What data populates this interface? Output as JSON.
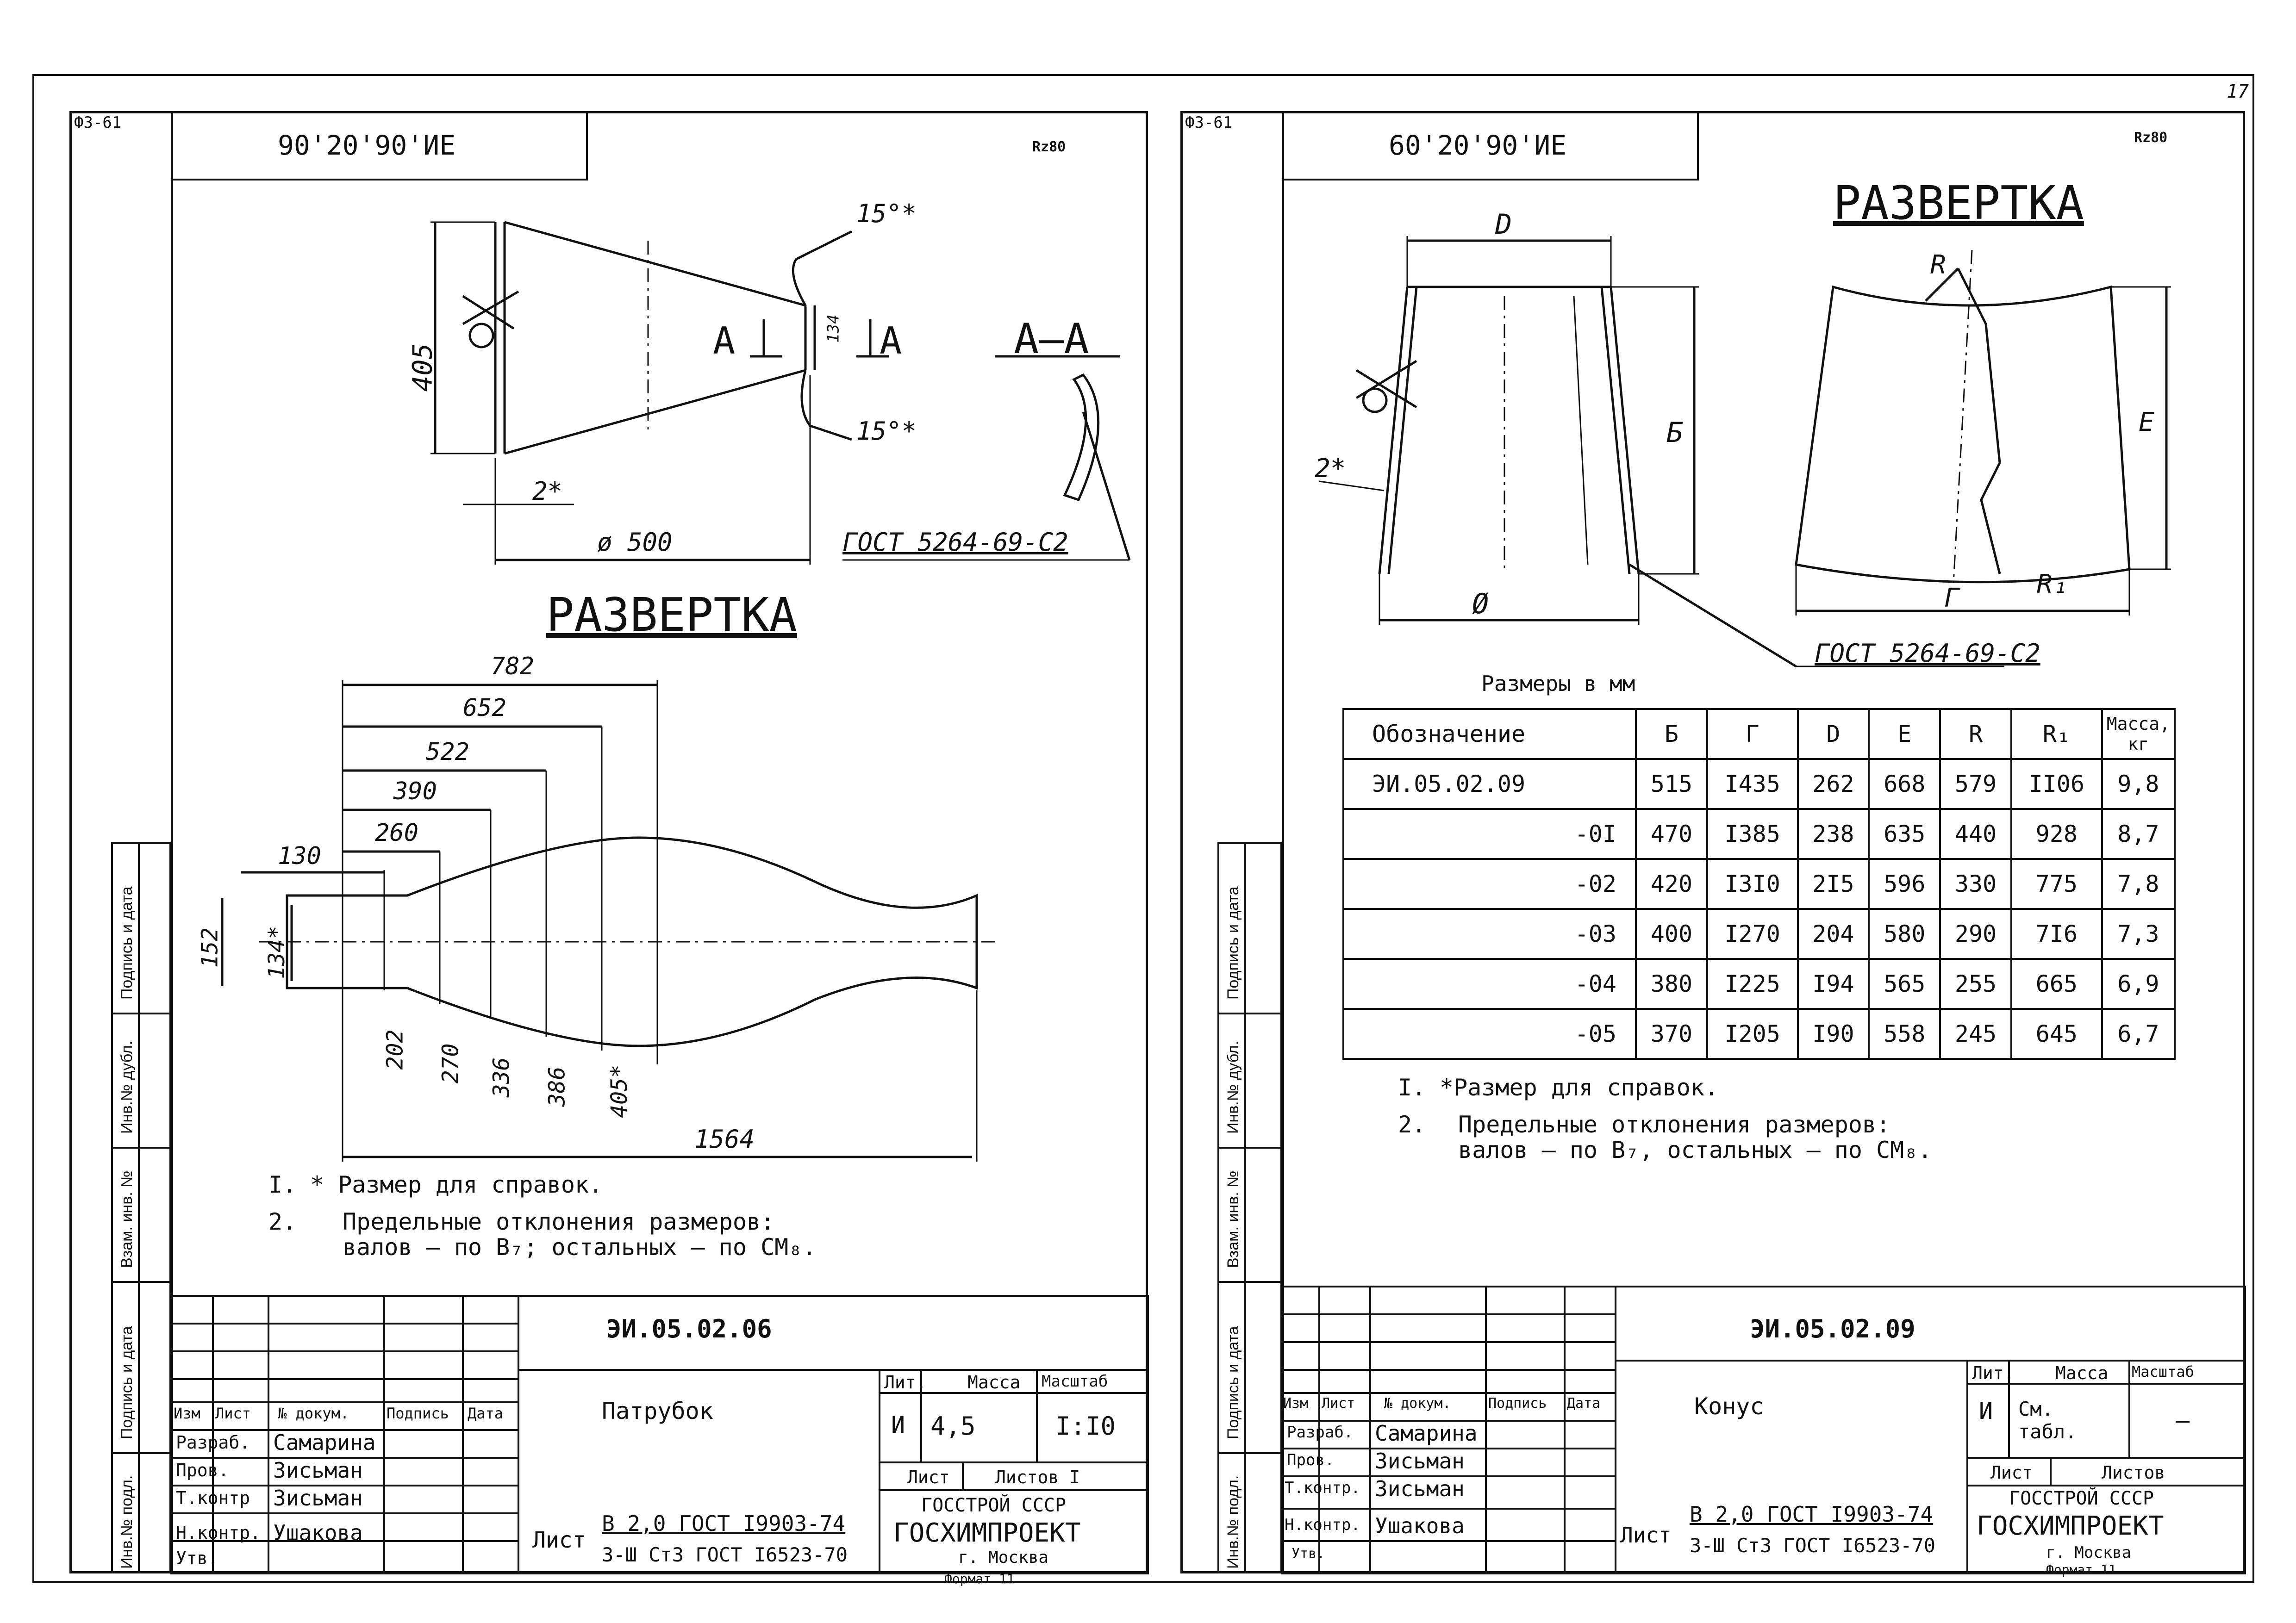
{
  "sheet_number": "17",
  "left_sheet": {
    "format_code": "Ф3-61",
    "top_code": "90'20'90'ИЕ",
    "roughness": "Rz80",
    "angle_top": "15°*",
    "angle_bottom": "15°*",
    "dim_405": "405",
    "dim_134": "134",
    "dim_2": "2*",
    "dim_phi500": "ø 500",
    "section_mark": "А",
    "section_title": "А–А",
    "weld_standard": "ГОСТ 5264-69-С2",
    "development_title": "РАЗВЕРТКА",
    "dev_horizontal": [
      "782",
      "652",
      "522",
      "390",
      "260",
      "130"
    ],
    "dev_left": [
      "152",
      "134*"
    ],
    "dev_vertical": [
      "202",
      "270",
      "336",
      "386",
      "405*"
    ],
    "dev_total": "1564",
    "notes": [
      {
        "num": "I.",
        "text": "* Размер для справок."
      },
      {
        "num": "2.",
        "text": "Предельные отклонения размеров:"
      },
      {
        "num": "",
        "text": "валов  – по В₇;  остальных – по СМ₈."
      }
    ],
    "title_block": {
      "doc_code": "ЭИ.05.02.06",
      "name": "Патрубок",
      "headers": [
        "Изм",
        "Лист",
        "№ докум.",
        "Подпись",
        "Дата"
      ],
      "rows": [
        {
          "role": "Разраб.",
          "person": "Самарина"
        },
        {
          "role": "Пров.",
          "person": "Зисьман"
        },
        {
          "role": "Т.контр",
          "person": "Зисьман"
        },
        {
          "role": "Н.контр.",
          "person": "Ушакова"
        },
        {
          "role": "Утв.",
          "person": ""
        }
      ],
      "lit_label": "Лит.",
      "mass_label": "Масса",
      "scale_label": "Масштаб",
      "lit": "И",
      "mass": "4,5",
      "scale": "I:I0",
      "sheet_label": "Лист",
      "sheets_label": "Листов I",
      "material_line1": "В 2,0 ГОСТ I9903-74",
      "material_line2": "3-Ш Ст3 ГОСТ I6523-70",
      "org_line1": "ГОССТРОЙ СССР",
      "org_line2": "ГОСХИМПРОЕКТ",
      "org_line3": "г. Москва",
      "format": "Формат 11"
    }
  },
  "right_sheet": {
    "format_code": "Ф3-61",
    "top_code": "60'20'90'ИЕ",
    "roughness": "Rz80",
    "development_title": "РАЗВЕРТКА",
    "cone_labels": {
      "D": "D",
      "B": "Б",
      "phi": "Ø",
      "two": "2*"
    },
    "dev_labels": {
      "R": "R",
      "E": "Е",
      "G": "Г",
      "R1": "R₁"
    },
    "weld_standard": "ГОСТ 5264-69-С2",
    "table_caption": "Размеры в мм",
    "table": {
      "headers": [
        "Обозначение",
        "Б",
        "Г",
        "D",
        "Е",
        "R",
        "R₁",
        "Масса, кг"
      ],
      "rows": [
        [
          "ЭИ.05.02.09",
          "515",
          "I435",
          "262",
          "668",
          "579",
          "II06",
          "9,8"
        ],
        [
          "-0I",
          "470",
          "I385",
          "238",
          "635",
          "440",
          "928",
          "8,7"
        ],
        [
          "-02",
          "420",
          "I3I0",
          "2I5",
          "596",
          "330",
          "775",
          "7,8"
        ],
        [
          "-03",
          "400",
          "I270",
          "204",
          "580",
          "290",
          "7I6",
          "7,3"
        ],
        [
          "-04",
          "380",
          "I225",
          "I94",
          "565",
          "255",
          "665",
          "6,9"
        ],
        [
          "-05",
          "370",
          "I205",
          "I90",
          "558",
          "245",
          "645",
          "6,7"
        ]
      ]
    },
    "notes": [
      {
        "num": "I.",
        "text": "*Размер для справок."
      },
      {
        "num": "2.",
        "text": "Предельные отклонения размеров:"
      },
      {
        "num": "",
        "text": "валов  – по В₇, остальных – по СМ₈."
      }
    ],
    "title_block": {
      "doc_code": "ЭИ.05.02.09",
      "name": "Конус",
      "headers": [
        "Изм",
        "Лист",
        "№ докум.",
        "Подпись",
        "Дата"
      ],
      "rows": [
        {
          "role": "Разраб.",
          "person": "Самарина"
        },
        {
          "role": "Пров.",
          "person": "Зисьман"
        },
        {
          "role": "Т.контр.",
          "person": "Зисьман"
        },
        {
          "role": "Н.контр.",
          "person": "Ушакова"
        },
        {
          "role": "Утв.",
          "person": ""
        }
      ],
      "lit_label": "Лит.",
      "mass_label": "Масса",
      "scale_label": "Масштаб",
      "lit": "И",
      "mass": "См. табл.",
      "scale": "–",
      "sheet_label": "Лист",
      "sheets_label": "Листов",
      "material_line1": "В 2,0 ГОСТ I9903-74",
      "material_line2": "3-Ш Ст3 ГОСТ I6523-70",
      "org_line1": "ГОССТРОЙ СССР",
      "org_line2": "ГОСХИМПРОЕКТ",
      "org_line3": "г. Москва",
      "format": "Формат 11"
    }
  },
  "side_strip": [
    "Подпись и дата",
    "Инв.№ дубл.",
    "Взам. инв. №",
    "Подпись и дата",
    "Инв.№ подл."
  ]
}
